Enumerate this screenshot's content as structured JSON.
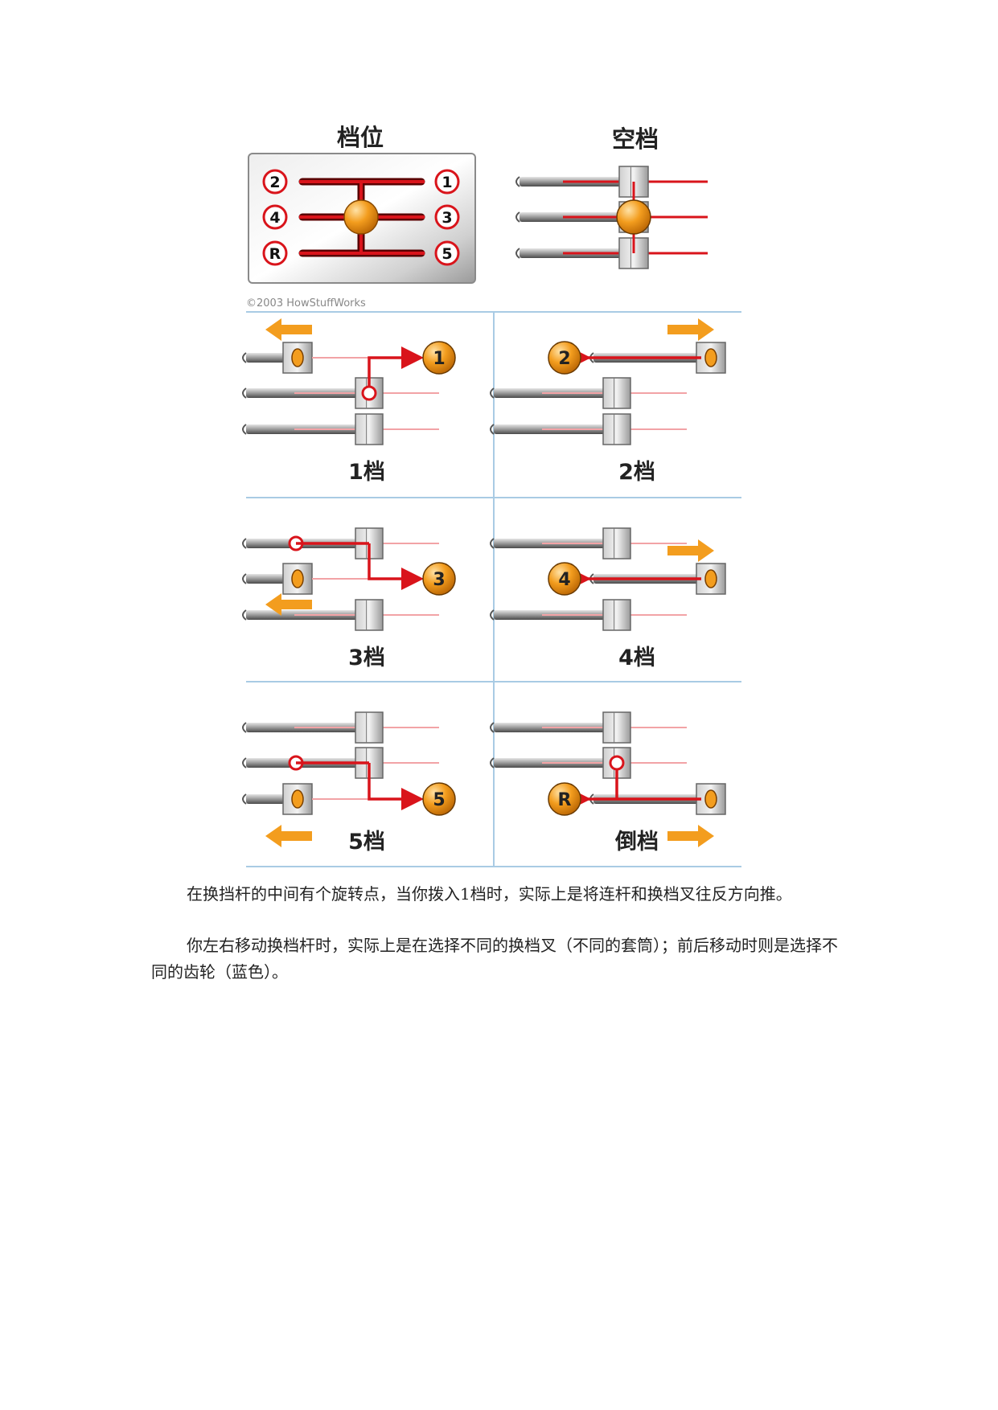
{
  "figure": {
    "top_title_left": "档位",
    "top_title_right": "空档",
    "shift_pattern": [
      "2",
      "1",
      "4",
      "3",
      "R",
      "5"
    ],
    "copyright": "©2003 HowStuffWorks",
    "panels": [
      {
        "caption": "1档",
        "gear": "1"
      },
      {
        "caption": "2档",
        "gear": "2"
      },
      {
        "caption": "3档",
        "gear": "3"
      },
      {
        "caption": "4档",
        "gear": "4"
      },
      {
        "caption": "5档",
        "gear": "5"
      },
      {
        "caption": "倒档",
        "gear": "R"
      }
    ],
    "colors": {
      "red": "#d9141b",
      "orange": "#f39d1e",
      "rod": "#8c8c8c",
      "divider": "#a9cbe4"
    }
  },
  "text": {
    "paragraph1": "在换挡杆的中间有个旋转点，当你拨入1档时，实际上是将连杆和换档叉往反方向推。",
    "paragraph2": "你左右移动换档杆时，实际上是在选择不同的换档叉（不同的套筒）；前后移动时则是选择不同的齿轮（蓝色）。"
  }
}
